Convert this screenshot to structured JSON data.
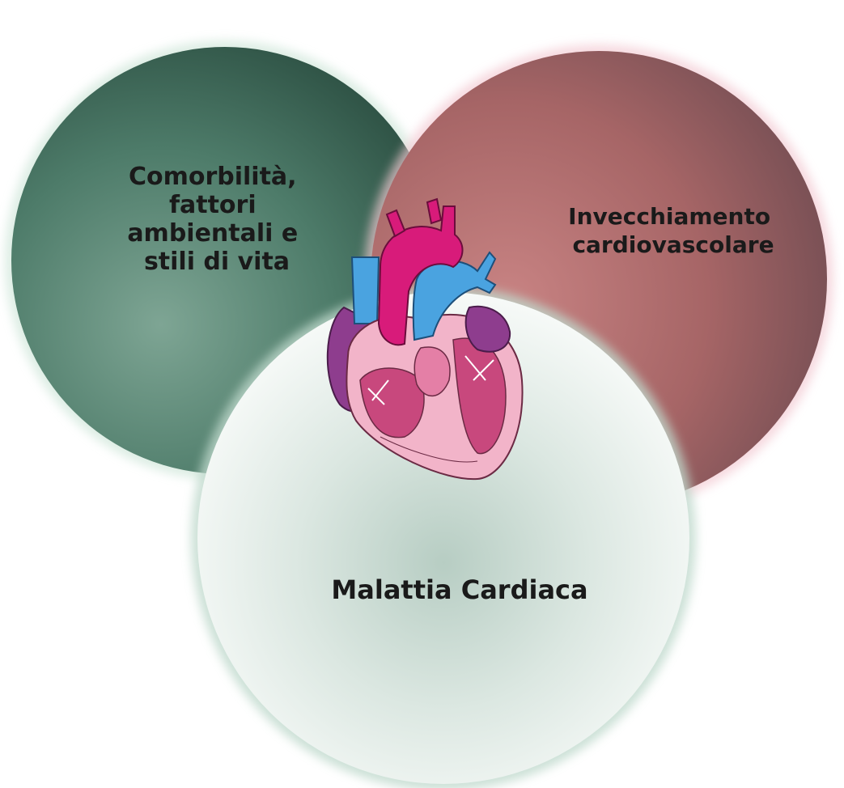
{
  "diagram": {
    "circles": [
      {
        "id": "lifestyle",
        "lines": [
          "Comorbilità,",
          "fattori",
          "ambientali e",
          "stili di vita"
        ],
        "color": "#3f6a5a"
      },
      {
        "id": "aging",
        "lines": [
          "Invecchiamento",
          "cardiovascolare"
        ],
        "color": "#b06a6a"
      },
      {
        "id": "disease",
        "lines": [
          "Malattia Cardiaca"
        ],
        "color": "#e8f0ec"
      }
    ],
    "center_image": "heart-illustration",
    "colors": {
      "green_dark": "#2f5547",
      "green_mid": "#5b8a76",
      "rose_dark": "#7a4a4e",
      "rose_mid": "#b87272",
      "light_fill": "#f4f8f5",
      "heart_magenta": "#d81b7a",
      "heart_blue": "#4aa3e0",
      "heart_purple": "#8e3d8e",
      "heart_pink": "#f2b4c9"
    }
  }
}
